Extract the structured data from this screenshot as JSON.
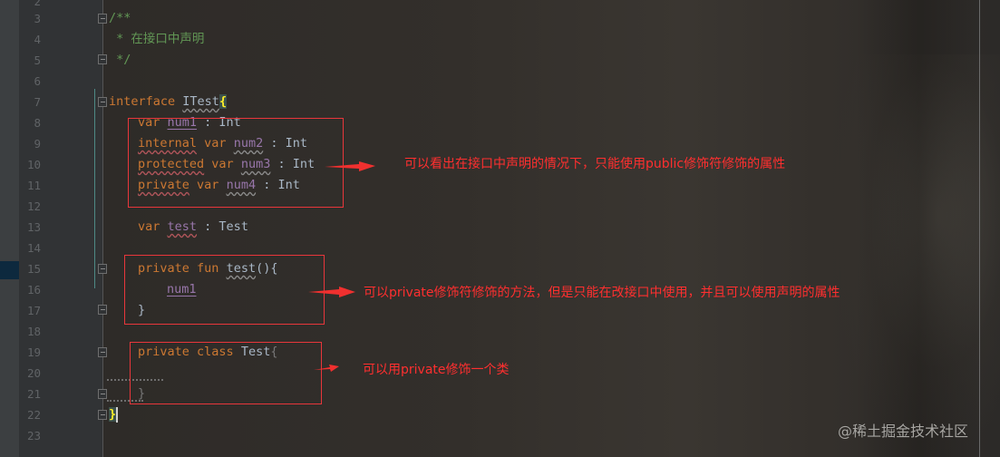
{
  "editor": {
    "language": "Kotlin",
    "line_numbers": [
      "2",
      "3",
      "4",
      "5",
      "6",
      "7",
      "8",
      "9",
      "10",
      "11",
      "12",
      "13",
      "14",
      "15",
      "16",
      "17",
      "18",
      "19",
      "20",
      "21",
      "22",
      "23"
    ],
    "lines": {
      "l3": "/**",
      "l4": " * 在接口中声明",
      "l5": " */",
      "l7_kw": "interface",
      "l7_name": "ITest",
      "l7_brace": "{",
      "l8_kw": "var",
      "l8_name": "num1",
      "l8_type": " : Int",
      "l9_mod": "internal",
      "l9_kw": "var",
      "l9_name": "num2",
      "l9_type": " : Int",
      "l10_mod": "protected",
      "l10_kw": "var",
      "l10_name": "num3",
      "l10_type": " : Int",
      "l11_mod": "private",
      "l11_kw": "var",
      "l11_name": "num4",
      "l11_type": " : Int",
      "l13_kw": "var",
      "l13_name": "test",
      "l13_type": " : Test",
      "l15_mod": "private",
      "l15_kw": "fun",
      "l15_name": "test",
      "l15_rest": "(){",
      "l16_name": "num1",
      "l17": "}",
      "l19_mod": "private",
      "l19_kw": "class",
      "l19_name": "Test",
      "l19_brace": "{",
      "l21": "}",
      "l22": "}"
    }
  },
  "annotations": {
    "note1": "可以看出在接口中声明的情况下，只能使用public修饰符修饰的属性",
    "note2": "可以private修饰符修饰的方法，但是只能在改接口中使用，并且可以使用声明的属性",
    "note3": "可以用private修饰一个类",
    "color": "#ff2f2f"
  },
  "watermark": "@稀土掘金技术社区"
}
